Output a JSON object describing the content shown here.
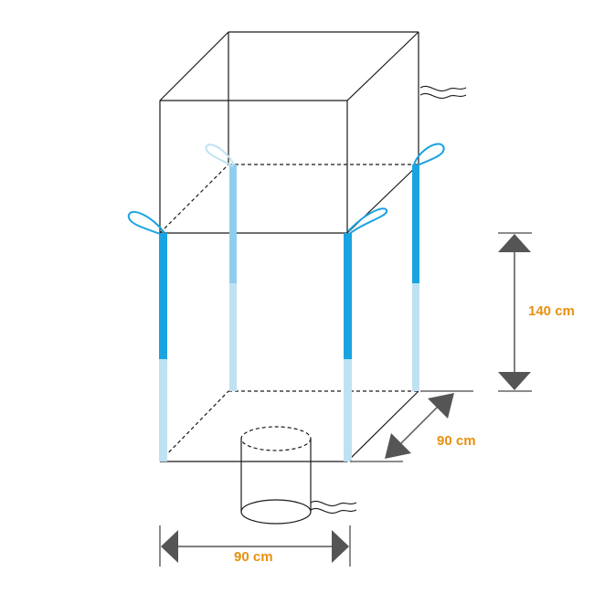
{
  "dimensions": {
    "height_label": "140 cm",
    "depth_label": "90 cm",
    "width_label": "90 cm"
  },
  "colors": {
    "outline": "#1a1a1a",
    "strap_dark": "#1aa3e0",
    "strap_light": "#bfe2f2",
    "strap_back_mid": "#8fcdef",
    "loop_back": "#bfe2f2",
    "arrow": "#555555",
    "label": "#e8900f"
  },
  "icons": {
    "arrow_head": "triangle-arrow-icon",
    "tie_string": "squiggle-icon"
  }
}
